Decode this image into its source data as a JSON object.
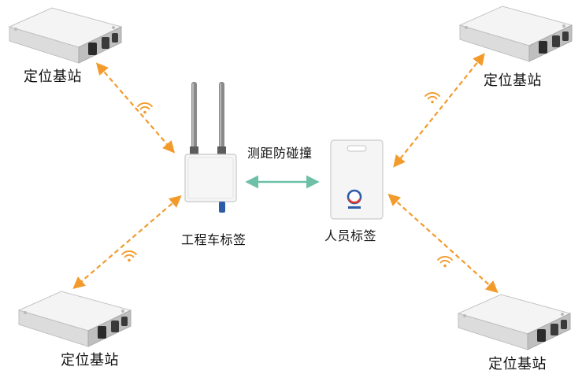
{
  "labels": {
    "station_top_left": "定位基站",
    "station_top_right": "定位基站",
    "station_bottom_left": "定位基站",
    "station_bottom_right": "定位基站",
    "vehicle_tag": "工程车标签",
    "person_tag": "人员标签",
    "ranging_link": "测距防碰撞"
  },
  "colors": {
    "station_link": "#f39a2c",
    "ranging_link": "#6dbfa7",
    "wifi_icon": "#f39a2c",
    "badge_blue": "#2f5ca8",
    "badge_red": "#e03a2f"
  },
  "icons": {
    "station": "base-station-icon",
    "vehicle_tag": "antenna-tag-icon",
    "person_tag": "badge-card-icon",
    "signal": "wifi-signal-icon"
  }
}
